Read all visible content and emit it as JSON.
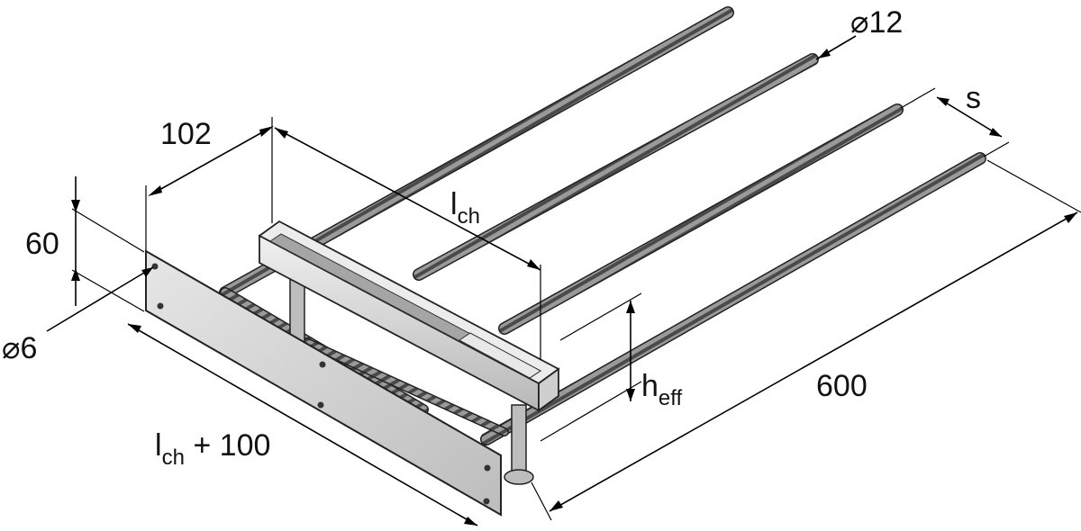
{
  "labels": {
    "dim_102": "102",
    "dim_60": "60",
    "dim_phi6": "⌀6",
    "dim_phi12": "⌀12",
    "dim_lch_main": "l",
    "dim_lch_main_sub": "ch",
    "dim_s": "s",
    "dim_heff_main": "h",
    "dim_heff_sub": "eff",
    "dim_600": "600",
    "dim_lch100_main": "l",
    "dim_lch100_sub": "ch",
    "dim_lch100_tail": " + 100"
  },
  "colors": {
    "rebar": "#8a8a8a",
    "rebar_dark": "#3c3c3c",
    "plate": "#d2d2d2",
    "channel_top": "#e0e0e0",
    "channel_slot": "#a8a8a8",
    "ink": "#000000"
  }
}
